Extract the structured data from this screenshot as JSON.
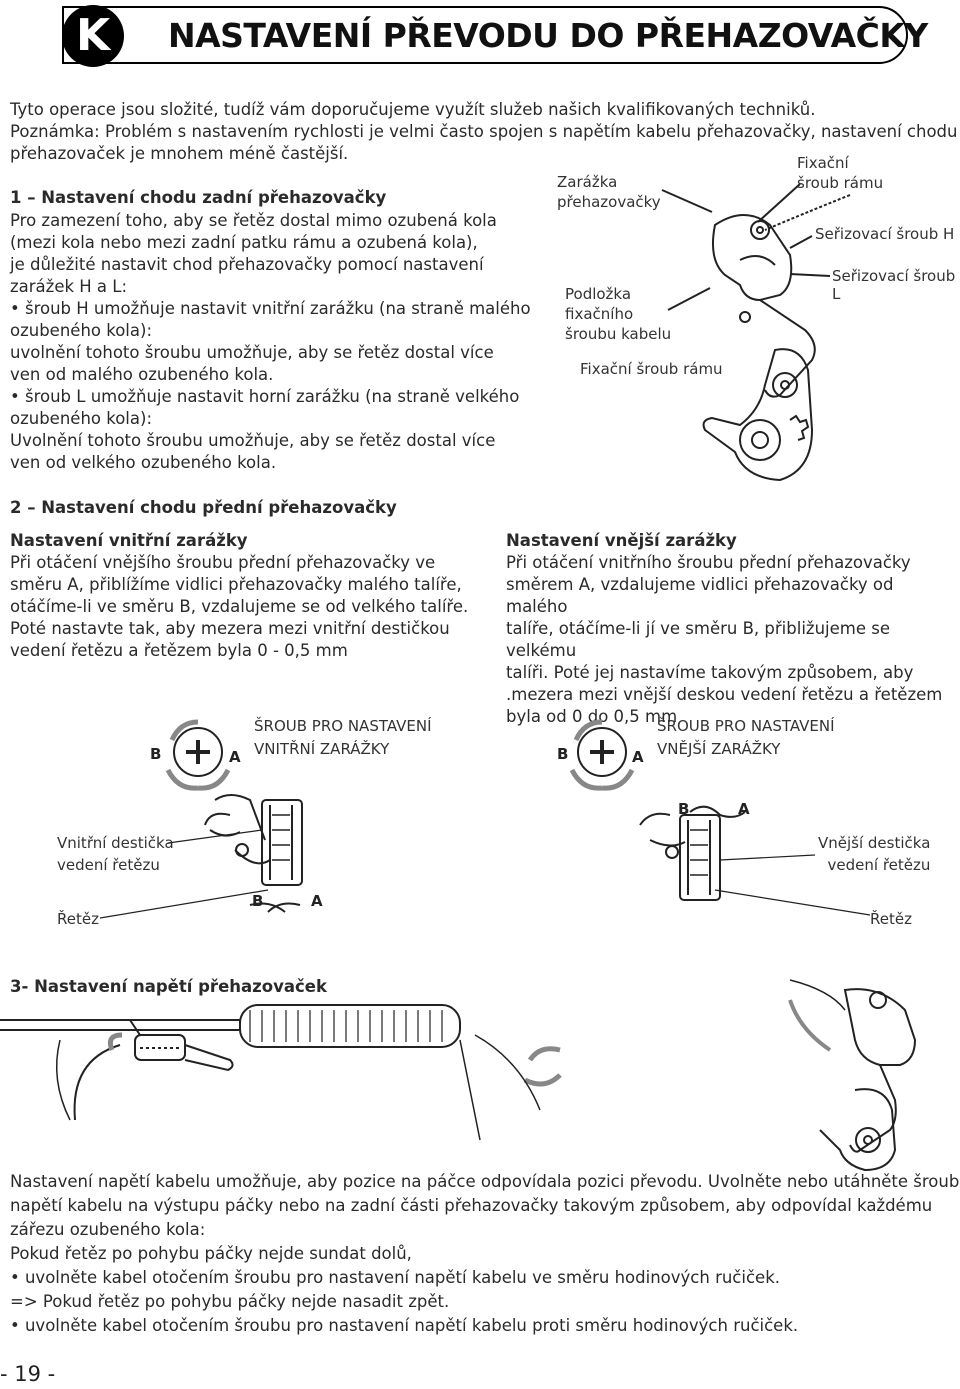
{
  "header": {
    "badge": "K",
    "title": "NASTAVENÍ PŘEVODU DO PŘEHAZOVAČKY"
  },
  "intro": [
    "Tyto operace jsou složité, tudíž vám doporučujeme využít služeb našich kvalifikovaných techniků.",
    "Poznámka:  Problém s nastavením rychlosti je velmi často spojen s napětím kabelu přehazovačky, nastavení chodu",
    "přehazovaček je mnohem méně častější."
  ],
  "section1": {
    "heading": "1 – Nastavení chodu zadní přehazovačky",
    "lines": [
      "Pro zamezení toho, aby se řetěz dostal mimo ozubená kola",
      "(mezi kola nebo mezi zadní patku rámu a ozubená kola),",
      "je důležité nastavit chod přehazovačky pomocí nastavení",
      "zarážek H a L:",
      "• šroub H umožňuje nastavit vnitřní zarážku (na straně malého",
      "ozubeného kola):",
      "uvolnění tohoto šroubu umožňuje, aby se řetěz dostal více",
      "ven od malého ozubeného kola.",
      "• šroub L umožňuje nastavit horní zarážku (na straně velkého",
      "ozubeného kola):",
      "Uvolnění tohoto šroubu umožňuje, aby se řetěz dostal více",
      "ven od velkého ozubeného kola."
    ],
    "diagram": {
      "stop_label": [
        "Zarážka",
        "přehazovačky"
      ],
      "fix_top_label": [
        "Fixační",
        "šroub rámu"
      ],
      "h_label": "Seřizovací šroub H",
      "l_label": "Seřizovací šroub L",
      "washer_label": [
        "Podložka",
        "fixačního",
        "šroubu kabelu"
      ],
      "fix_frame_label": "Fixační šroub rámu"
    }
  },
  "section2": {
    "heading": "2 – Nastavení chodu přední přehazovačky",
    "left": {
      "heading": "Nastavení vnitřní zarážky",
      "lines": [
        "Při otáčení vnějšího šroubu přední přehazovačky ve",
        "směru A, přiblížíme vidlici přehazovačky malého talíře,",
        "otáčíme-li ve směru B, vzdalujeme se od velkého talíře.",
        "Poté nastavte tak, aby mezera mezi vnitřní destičkou",
        "vedení řetězu a řetězem byla 0 - 0,5 mm"
      ]
    },
    "right": {
      "heading": "Nastavení vnější zarážky",
      "lines": [
        "Při otáčení vnitřního šroubu přední přehazovačky",
        "směrem A, vzdalujeme vidlici přehazovačky od malého",
        "talíře, otáčíme-li jí ve směru B, přibližujeme se velkému",
        "talíři. Poté jej nastavíme takovým způsobem, aby",
        ".mezera mezi vnější  deskou vedení řetězu a řetězem",
        "byla od 0 do 0,5 mm"
      ]
    },
    "diag_left": {
      "screw_label": [
        "ŠROUB PRO NASTAVENÍ",
        "VNITŘNÍ ZARÁŽKY"
      ],
      "plate_label": [
        "Vnitřní destička",
        "vedení řetězu"
      ],
      "chain_label": "Řetěz",
      "b": "B",
      "a": "A"
    },
    "diag_right": {
      "screw_label": [
        "ŠROUB PRO NASTAVENÍ",
        "VNĚJŠÍ ZARÁŽKY"
      ],
      "plate_label": [
        "Vnější destička",
        "vedení řetězu"
      ],
      "chain_label": "Řetěz",
      "b": "B",
      "a": "A"
    }
  },
  "section3": {
    "heading": "3- Nastavení napětí přehazovaček",
    "lines": [
      "Nastavení napětí kabelu umožňuje, aby pozice na páčce odpovídala pozici převodu. Uvolněte nebo utáhněte šroub",
      "napětí kabelu na výstupu páčky nebo na zadní části přehazovačky takovým způsobem, aby odpovídal každému",
      "zářezu ozubeného kola:",
      "Pokud řetěz po pohybu páčky nejde sundat dolů,",
      "• uvolněte kabel otočením šroubu pro nastavení napětí kabelu ve směru hodinových ručiček.",
      "=> Pokud řetěz po pohybu páčky nejde nasadit zpět.",
      "• uvolněte kabel otočením šroubu pro nastavení napětí kabelu proti směru hodinových ručiček."
    ]
  },
  "footer": {
    "page": "- 19 -"
  }
}
